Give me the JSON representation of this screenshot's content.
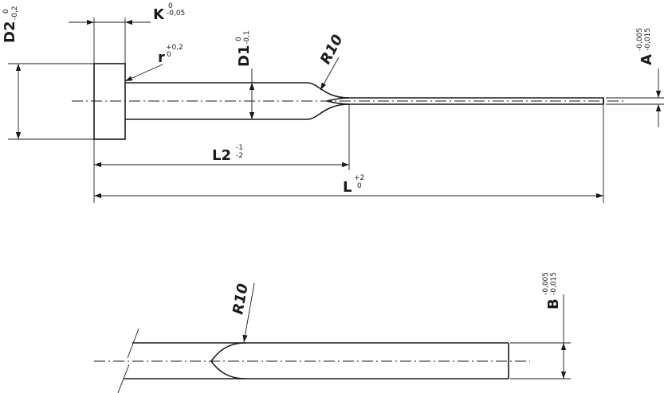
{
  "labels": {
    "d2": "D2",
    "d2_tol_upper": "0",
    "d2_tol_lower": "-0,2",
    "k": "K",
    "k_tol_upper": "0",
    "k_tol_lower": "-0,05",
    "r": "r",
    "r_tol_upper": "+0,2",
    "r_tol_lower": "0",
    "d1": "D1",
    "d1_tol_upper": "0",
    "d1_tol_lower": "-0,1",
    "r10_top": "R10",
    "a": "A",
    "a_tol_upper": "-0,005",
    "a_tol_lower": "-0,015",
    "l2": "L2",
    "l2_tol_upper": "-1",
    "l2_tol_lower": "-2",
    "l": "L",
    "l_tol_upper": "+2",
    "l_tol_lower": "0",
    "r10_detail": "R10",
    "b": "B",
    "b_tol_upper": "-0,005",
    "b_tol_lower": "-0,015"
  }
}
